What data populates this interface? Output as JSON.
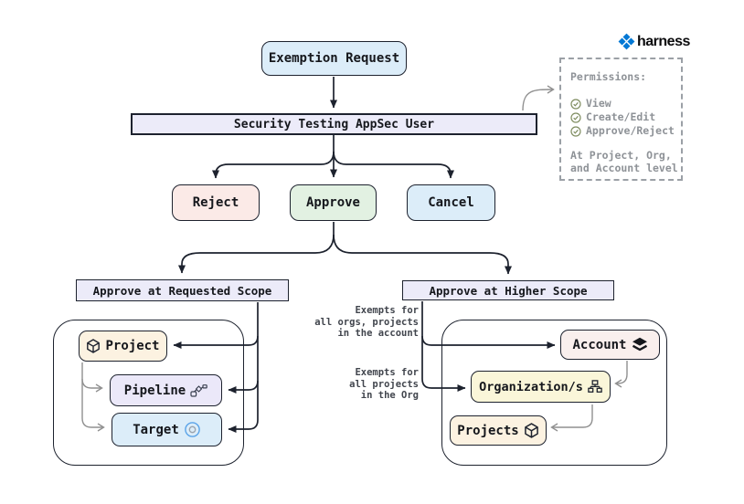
{
  "logo": {
    "brand": "harness"
  },
  "nodes": {
    "exemption_request": "Exemption Request",
    "appsec_user": "Security Testing AppSec User",
    "reject": "Reject",
    "approve": "Approve",
    "cancel": "Cancel",
    "requested_scope": "Approve at Requested Scope",
    "higher_scope": "Approve at Higher Scope",
    "project": "Project",
    "pipeline": "Pipeline",
    "target": "Target",
    "account": "Account",
    "organizations": "Organization/s",
    "projects": "Projects"
  },
  "permissions": {
    "title": "Permissions:",
    "items": [
      "View",
      "Create/Edit",
      "Approve/Reject"
    ],
    "footer_line1": "At Project, Org,",
    "footer_line2": "and Account level"
  },
  "annotations": {
    "account_note": [
      "Exempts for",
      "all orgs, projects",
      "in the account"
    ],
    "org_note": [
      "Exempts for",
      "all projects",
      "in the Org"
    ]
  },
  "colors": {
    "blue_fill": "#dcedf9",
    "lavender_fill": "#ecebf9",
    "pink_fill": "#fbeae7",
    "green_fill": "#e2f1e2",
    "cream_fill": "#fcf2e1",
    "account_fill": "#f9efed",
    "yellow_fill": "#faf6d9",
    "border_dark": "#1d222e",
    "gray_line": "#909090",
    "permissions_text": "#8e9297",
    "check_green": "#7f8d60",
    "harness_blue": "#0278d5"
  }
}
